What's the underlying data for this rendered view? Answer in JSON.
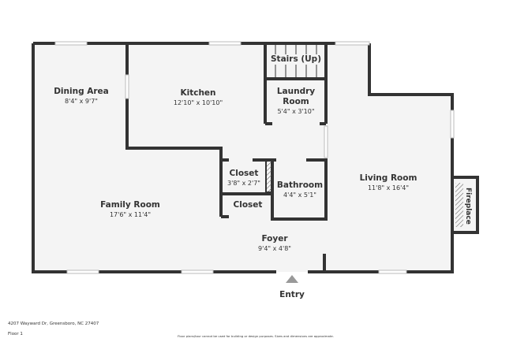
{
  "rooms": {
    "dining": {
      "name": "Dining Area",
      "dims": "8'4\" x 9'7\""
    },
    "kitchen": {
      "name": "Kitchen",
      "dims": "12'10\" x 10'10\""
    },
    "stairs": {
      "name": "Stairs (Up)"
    },
    "laundry": {
      "name": "Laundry Room",
      "dims": "5'4\" x 3'10\""
    },
    "closet1": {
      "name": "Closet",
      "dims": "3'8\" x 2'7\""
    },
    "closet2": {
      "name": "Closet"
    },
    "bathroom": {
      "name": "Bathroom",
      "dims": "4'4\" x 5'1\""
    },
    "living": {
      "name": "Living Room",
      "dims": "11'8\" x 16'4\""
    },
    "family": {
      "name": "Family Room",
      "dims": "17'6\" x 11'4\""
    },
    "foyer": {
      "name": "Foyer",
      "dims": "9'4\" x 4'8\""
    },
    "fireplace": {
      "name": "Fireplace"
    }
  },
  "entry": "Entry",
  "footer": {
    "address": "4207 Wayward Dr, Greensboro, NC 27407",
    "floor": "Floor 1",
    "disclaimer": "Floor plans/tour cannot be used for building or design purposes. Sizes and dimensions are approximate."
  },
  "colors": {
    "wall": "#333333",
    "floor": "#f4f4f4"
  }
}
